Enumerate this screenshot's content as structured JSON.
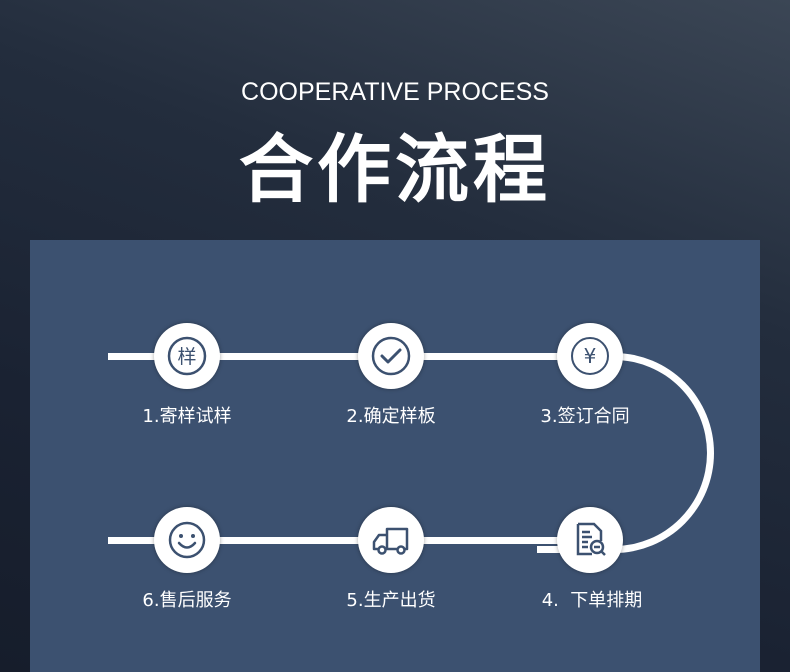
{
  "header": {
    "subtitle": "COOPERATIVE PROCESS",
    "title": "合作流程"
  },
  "steps": [
    {
      "label": "1.寄样试样",
      "icon": "sample-icon",
      "glyph": "样"
    },
    {
      "label": "2.确定样板",
      "icon": "check-icon"
    },
    {
      "label": "3.签订合同",
      "icon": "yen-icon",
      "glyph": "¥"
    },
    {
      "label": "4.  下单排期",
      "icon": "document-search-icon"
    },
    {
      "label": "5.生产出货",
      "icon": "truck-icon"
    },
    {
      "label": "6.售后服务",
      "icon": "smiley-icon"
    }
  ],
  "colors": {
    "panel": "#3c5170",
    "icon": "#3c5170"
  }
}
